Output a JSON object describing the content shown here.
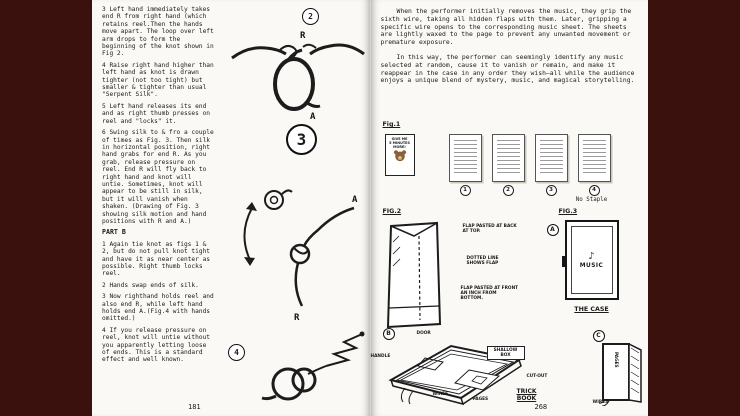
{
  "left_page": {
    "page_number": "181",
    "items": [
      {
        "text": "3  Left hand immediately takes end R from right hand (which retains reel.Then the hands move apart. The loop over left arm drops to form the beginning of the knot shown in Fig 2."
      },
      {
        "text": "4  Raise right hand higher than left hand as knot is drawn tighter (not too tight) but smaller & tighter than usual \"Serpent Silk\"."
      },
      {
        "text": "5  Left hand releases its end and as right thumb presses on reel and \"locks\" it."
      },
      {
        "text": "6  Swing silk to & fro a couple of times as Fig. 3. Then silk in horizontal position, right hand grabs for end R. As you grab, release pressure on reel. End R will fly back to right hand and knot will untie. Sometimes, knot will appear to be still in silk, but it will vanish when shaken. (Drawing of Fig. 3 showing silk motion and hand positions with R and A.)"
      }
    ],
    "part_b": {
      "heading": "PART B",
      "items": [
        {
          "text": "1  Again tie knot as figs 1 & 2, but do not pull knot tight and have it as near center as possible. Right thumb locks reel."
        },
        {
          "text": "2  Hands swap ends of silk."
        },
        {
          "text": "3  Now righthand holds reel and also end R, while left hand holds end A.(Fig.4 with hands omitted.)"
        },
        {
          "text": "4  If you release pressure on reel, knot will untie without you apparently letting loose of ends. This is a standard effect and well known."
        }
      ]
    },
    "figures": {
      "fig2_number": "2",
      "fig2_label_r": "R",
      "fig2_label_a": "A",
      "fig3_number": "3",
      "fig3_label_a": "A",
      "fig3_label_r": "R",
      "fig4_number": "4"
    }
  },
  "right_page": {
    "page_number": "268",
    "paragraphs": [
      {
        "text": "When the performer initially removes the music, they grip the sixth wire, taking all hidden flaps with them. Later, gripping a specific wire opens to the corresponding music sheet. The sheets are lightly waxed to the page to prevent any unwanted movement or premature exposure."
      },
      {
        "text": "In this way, the performer can seemingly identify any music selected at random, cause it to vanish or remain, and make it reappear in the case in any order they wish—all while the audience enjoys a unique blend of mystery, music, and magical storytelling."
      }
    ],
    "fig1": {
      "label": "Fig.1",
      "poster_line1": "GIVE ME",
      "poster_line2": "5 MINUTES",
      "poster_line3": "MORE!",
      "sheet_numbers": [
        "1",
        "2",
        "3",
        "4"
      ],
      "note": "No Staple"
    },
    "fig2": {
      "label": "FIG.2",
      "ann_top": "FLAP PASTED AT BACK AT TOP.",
      "ann_mid": "DOTTED LINE SHOWS FLAP",
      "ann_bottom": "FLAP PASTED AT FRONT AN INCH FROM BOTTOM."
    },
    "fig3": {
      "label": "FIG.3",
      "marker": "A",
      "note_glyph": "♪",
      "case_text": "MUSIC",
      "caption": "THE CASE"
    },
    "trick_book": {
      "marker": "B",
      "door": "DOOR",
      "handle": "HANDLE",
      "shallow_box": "SHALLOW BOX",
      "cut_out": "CUT-OUT",
      "wires": "WIRES",
      "pages": "PAGES",
      "caption_line1": "TRICK",
      "caption_line2": "BOOK"
    },
    "side_book": {
      "marker": "C",
      "pages": "PAGES",
      "wires": "WIRES"
    }
  }
}
